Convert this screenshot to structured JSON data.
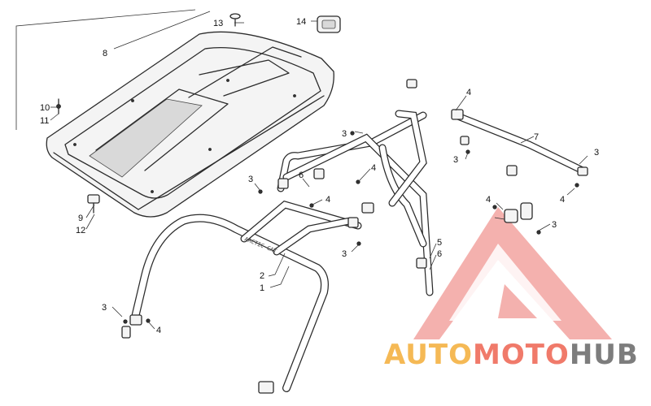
{
  "diagram": {
    "callouts": [
      "1",
      "2",
      "3",
      "4",
      "5",
      "6",
      "7",
      "8",
      "9",
      "10",
      "11",
      "12",
      "13",
      "14"
    ]
  },
  "watermark": {
    "brand_auto": "AUTO",
    "brand_moto": "MOTO",
    "brand_hub": "HUB",
    "colors": {
      "auto": "#f5b955",
      "moto": "#f07a6a",
      "hub": "#7d7d7d",
      "logo": "#f3a4a0"
    }
  }
}
